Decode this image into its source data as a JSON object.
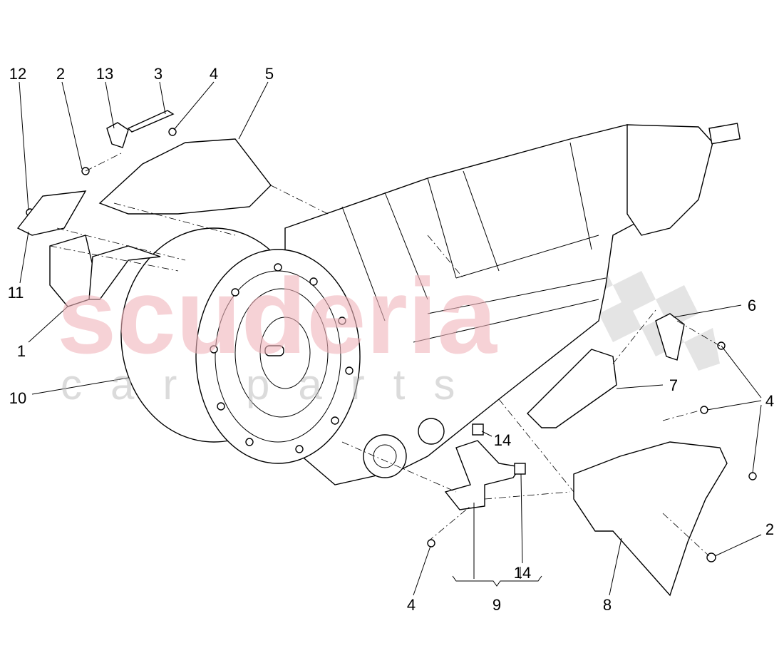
{
  "watermark": {
    "line1": "scuderia",
    "line2": "car parts",
    "color": "#f3c4c8"
  },
  "callouts": [
    {
      "id": "c12a",
      "label": "12"
    },
    {
      "id": "c2a",
      "label": "2"
    },
    {
      "id": "c13",
      "label": "13"
    },
    {
      "id": "c3",
      "label": "3"
    },
    {
      "id": "c4a",
      "label": "4"
    },
    {
      "id": "c5",
      "label": "5"
    },
    {
      "id": "c11",
      "label": "11"
    },
    {
      "id": "c1",
      "label": "1"
    },
    {
      "id": "c10",
      "label": "10"
    },
    {
      "id": "c6",
      "label": "6"
    },
    {
      "id": "c7",
      "label": "7"
    },
    {
      "id": "c4b",
      "label": "4"
    },
    {
      "id": "c14a",
      "label": "14"
    },
    {
      "id": "c14b",
      "label": "14"
    },
    {
      "id": "c2b",
      "label": "2"
    },
    {
      "id": "c4c",
      "label": "4"
    },
    {
      "id": "c9",
      "label": "9"
    },
    {
      "id": "c8",
      "label": "8"
    }
  ]
}
